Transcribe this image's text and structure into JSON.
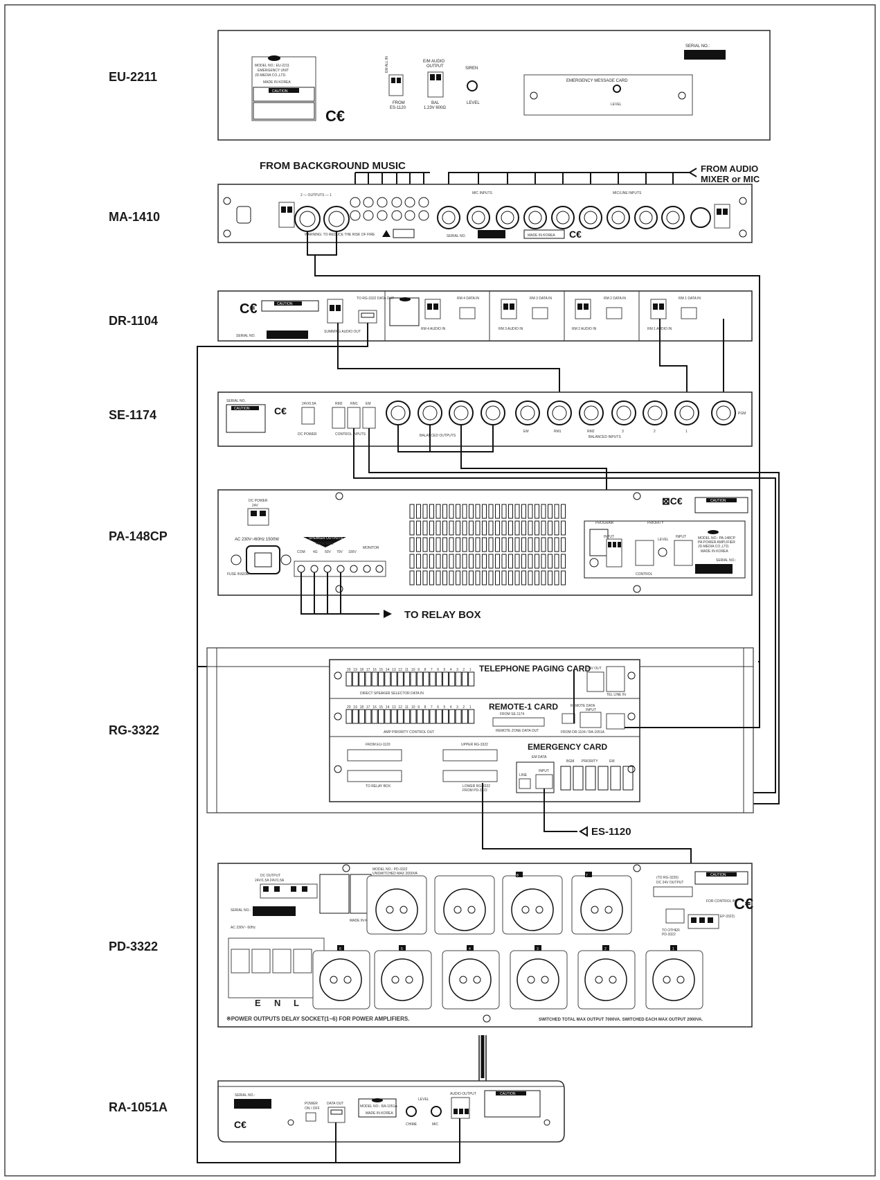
{
  "devices": {
    "eu2211": "EU-2211",
    "ma1410": "MA-1410",
    "dr1104": "DR-1104",
    "se1174": "SE-1174",
    "pa148cp": "PA-148CP",
    "rg3322": "RG-3322",
    "pd3322": "PD-3322",
    "ra1051a": "RA-1051A"
  },
  "callouts": {
    "from_bgm": "FROM BACKGROUND MUSIC",
    "from_mixer_1": "FROM AUDIO",
    "from_mixer_2": "MIXER or MIC",
    "to_relay_box": "TO RELAY BOX",
    "es1120": "ES-1120",
    "power_outputs_note": "※POWER OUTPUTS DELAY SOCKET(1~6) FOR POWER AMPLIFIERS.",
    "switched_note": "SWITCHED TOTAL MAX OUTPUT 7000VA.  SWITCHED EACH MAX OUTPUT 2000VA."
  },
  "eu2211": {
    "model": "MODEL NO.: EU-2211",
    "unit": "EMERGENCY UNIT",
    "maker": "JD-MEDIA CO.,LTD.",
    "made_in": "MADE IN KOREA",
    "caution": "CAUTION",
    "serial": "SERIAL NO.:",
    "em_audio": "E/M AUDIO",
    "output": "OUTPUT",
    "siren": "SIREN",
    "level": "LEVEL",
    "from": "FROM",
    "from_src": "ES-1120",
    "bal": "BAL",
    "bal_spec": "1.23V 600Ω",
    "em_card": "EMERGENCY MESSAGE CARD",
    "em_card_level": "LEVEL",
    "em_all_in": "EM ALL IN"
  },
  "ma1410": {
    "outputs": "2 — OUTPUTS — 1",
    "mic_inputs": "MIC INPUTS",
    "mic_line_inputs": "MIC/LINE INPUTS",
    "serial": "SERIAL NO.",
    "made_in": "MADE IN KOREA",
    "warning": "WARNING: TO REDUCE THE RISK OF FIRE"
  },
  "dr1104": {
    "serial": "SERIAL NO.",
    "caution": "CAUTION",
    "summing_audio_out": "SUMMING AUDIO OUT",
    "to_rg_data_out": "TO RG-3322 DATA OUT",
    "rooms": [
      {
        "data": "RM 4 DATA IN",
        "audio": "RM 4 AUDIO IN"
      },
      {
        "data": "RM 3 DATA IN",
        "audio": "RM 3 AUDIO IN"
      },
      {
        "data": "RM 2 DATA IN",
        "audio": "RM 2 AUDIO IN"
      },
      {
        "data": "RM 1 DATA IN",
        "audio": "RM 1 AUDIO IN"
      }
    ]
  },
  "se1174": {
    "serial": "SERIAL NO.",
    "caution": "CAUTION",
    "dc_power": "DC POWER",
    "dc_spec": "24V/0.5A",
    "rm2": "RM2",
    "rm1": "RM1",
    "em": "EM",
    "control_inputs": "CONTROL INPUTS",
    "balanced_outputs": "BALANCED OUTPUTS",
    "balanced_inputs": "BALANCED INPUTS",
    "in_em": "EM",
    "in_rm1": "RM1",
    "in_rm2": "RM2",
    "in_3": "3",
    "in_2": "2",
    "in_1": "1",
    "pgm": "PGM"
  },
  "pa148cp": {
    "dc_power": "DC POWER",
    "dc_spec": "24V",
    "ac": "AC 230V~/60Hz 1500W",
    "fuse": "FUSE INSIDE",
    "speaker_outputs": "SPEAKER OUTPUTS",
    "speaker_outputs_sub": "480W RMS",
    "terminals": [
      "COM",
      "4Ω",
      "50V",
      "70V",
      "100V"
    ],
    "monitor": "MONITOR",
    "program": "PROGRAM",
    "priority": "PRIORITY",
    "control": "CONTROL",
    "input": "INPUT",
    "level": "LEVEL",
    "caution": "CAUTION",
    "model": "MODEL NO.: PA-148CP",
    "model_sub": "PA POWER AMPLIFIER",
    "maker": "JD-MEDIA CO.,LTD.",
    "made_in": "MADE IN KOREA",
    "serial": "SERIAL NO.:"
  },
  "rg3322": {
    "tel_card": "TELEPHONE PAGING CARD",
    "direct_speaker": "DIRECT SPEAKER SELECTOR DATA IN",
    "tel_pgm_out": "24V OUT",
    "tel_line": "TEL LINE IN",
    "remote_card": "REMOTE-1 CARD",
    "remote_from": "FROM SE-1174",
    "amp_priority": "AMP PRIORITY CONTROL OUT",
    "remote_zone": "REMOTE ZONE DATA OUT",
    "remote_data": "REMOTE DATA",
    "remote_input": "INPUT",
    "remote_from_dr": "FROM DR-1104 / RA-1051A",
    "em_card": "EMERGENCY CARD",
    "from_eu": "FROM EU-1120",
    "to_relay": "TO RELAY BOX",
    "upper_rg": "UPPER RG-3322",
    "lower_rg": "LOWER RG-3322",
    "from_pd": "FROM PD-3322",
    "em_data": "EM DATA",
    "em_input": "INPUT",
    "em_line": "LINE",
    "bgm": "BGM",
    "priority": "PRIORITY",
    "em": "EM",
    "zone_numbers": [
      "20",
      "19",
      "18",
      "17",
      "16",
      "15",
      "14",
      "13",
      "12",
      "11",
      "10",
      "9",
      "8",
      "7",
      "6",
      "5",
      "4",
      "3",
      "2",
      "1"
    ]
  },
  "pd3322": {
    "dc_output": "DC OUTPUT",
    "dc_spec": "24V/1.5A   24V/1.5A",
    "ac_spec": "AC 230V~ 60Hz",
    "serial": "SERIAL NO.:",
    "unswitched": "UNSWITCHED MAX 2000VA",
    "to_rg": "(TO RG-3226)",
    "dc_24v_output": "DC 24V OUTPUT",
    "caution": "CAUTION",
    "to_other": "TO OTHER",
    "to_other_model": "PD-3322",
    "control_in": "FOR CONTROL IN",
    "to_ep": "(TO EP-3322)",
    "model": "MODEL NO.: PD-3322",
    "made_in": "MADE IN KOREA",
    "outlets_top": [
      "8",
      "7"
    ],
    "outlets_bottom": [
      "6",
      "5",
      "4",
      "3",
      "2",
      "1"
    ],
    "terminals": [
      "E",
      "N",
      "L"
    ]
  },
  "ra1051a": {
    "serial": "SERIAL NO.:",
    "power": "POWER",
    "power_sub": "ON / OFF",
    "data_out": "DATA OUT",
    "model": "MODEL NO.: RA-1051A",
    "made_in": "MADE IN KOREA",
    "level": "LEVEL",
    "chime": "CHIME",
    "mic": "MIC",
    "audio_out": "AUDIO OUTPUT",
    "caution": "CAUTION"
  }
}
